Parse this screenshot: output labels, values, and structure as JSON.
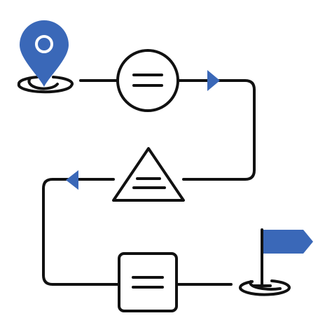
{
  "diagram": {
    "kind": "journey-path",
    "colors": {
      "stroke": "#111111",
      "accent": "#3a68b8",
      "background": "#ffffff"
    },
    "icons": {
      "start": "location-pin-icon",
      "end": "finish-flag-icon"
    },
    "steps": [
      {
        "shape": "circle",
        "name": "step-circle-node"
      },
      {
        "shape": "triangle",
        "name": "step-triangle-node"
      },
      {
        "shape": "rounded-square",
        "name": "step-square-node"
      }
    ],
    "direction_markers": [
      {
        "direction": "right"
      },
      {
        "direction": "left"
      }
    ]
  }
}
